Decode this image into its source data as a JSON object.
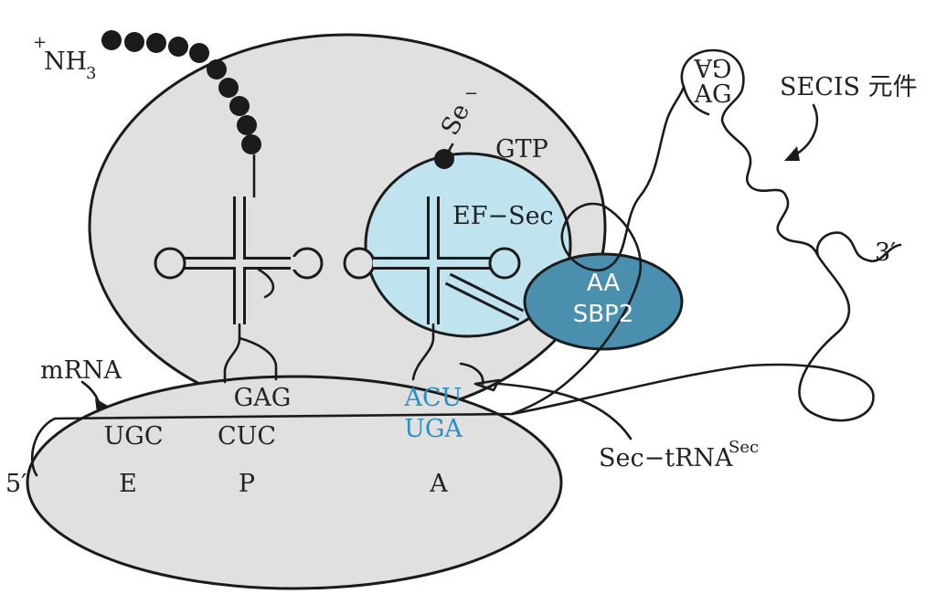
{
  "labels": {
    "nh3": "NH",
    "nh3_plus": "+",
    "nh3_sub": "3",
    "se": "Se",
    "se_charge": "−",
    "gtp": "GTP",
    "ef_sec": "EF−Sec",
    "sbp2_top": "AA",
    "sbp2_bottom": "SBP2",
    "secis_loop_top": "GA",
    "secis_loop_bottom": "AG",
    "secis": "SECIS 元件",
    "three_prime": "3′",
    "five_prime": "5′",
    "mrna": "mRNA",
    "sec_trna": "Sec−tRNA",
    "sec_trna_sup": "Sec"
  },
  "sites": [
    {
      "name": "E",
      "codon": "UGC",
      "anticodon": ""
    },
    {
      "name": "P",
      "codon": "CUC",
      "anticodon": "GAG"
    },
    {
      "name": "A",
      "codon": "UGA",
      "anticodon": "ACU"
    }
  ],
  "colors": {
    "ribosome": "#e0e0e0",
    "ef_sec": "#bfe3ef",
    "sbp2": "#4b8fae",
    "highlight_text": "#2a8fc4",
    "outline": "#1b1b1b"
  }
}
